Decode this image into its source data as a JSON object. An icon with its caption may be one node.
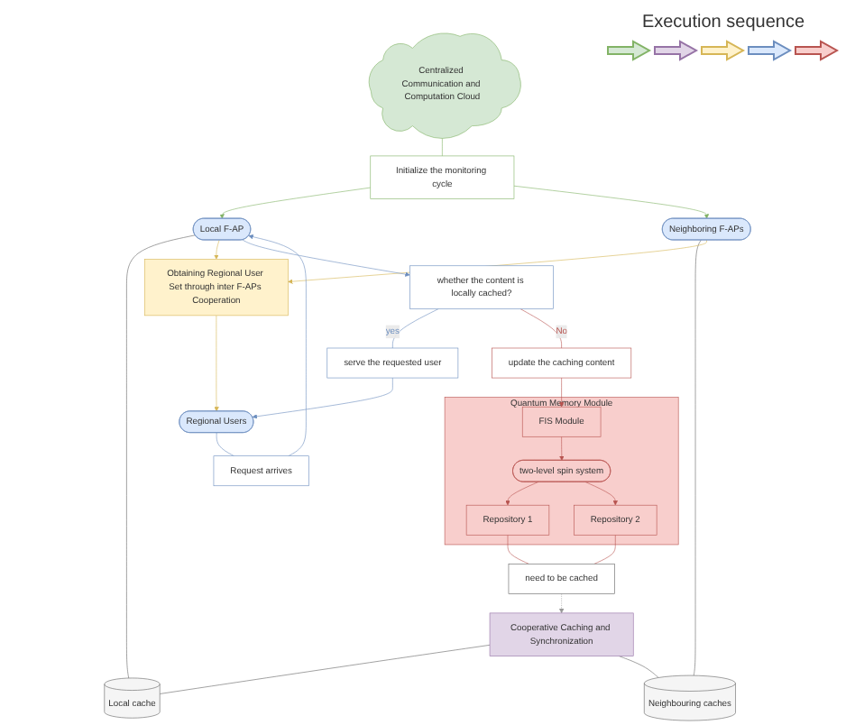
{
  "diagram": {
    "nodes": [
      {
        "text": [
          "Centralized Communication and Computation Cloud"
        ]
      },
      {
        "text": [
          "Initialize the monitoring cycle"
        ]
      },
      {
        "text": [
          "Cooperative Caching and Synchronization"
        ]
      },
      {
        "text": [
          "Obtaining Regional User Set through inter F-APs Cooperation"
        ]
      },
      {
        "text": [
          "Local F-AP"
        ]
      },
      {
        "text": [
          "Local cache"
        ]
      },
      {
        "text": [
          "Neighboring F-APs"
        ]
      },
      {
        "text": [
          "Neighbouring caches"
        ]
      },
      {
        "text": [
          "Request arrives"
        ]
      },
      {
        "text": [
          "whether the content is locally cached?"
        ]
      },
      {
        "text": [
          "serve the requested user"
        ]
      },
      {
        "text": [
          "update the caching content"
        ]
      },
      {
        "text": [
          "Regional Users"
        ]
      },
      {
        "text": [
          "Quantum Memory Module"
        ]
      },
      {
        "text": [
          "FIS Module"
        ],
        "in": 13
      },
      {
        "text": [
          "two-level spin system"
        ],
        "in": 13
      },
      {
        "text": [
          "Repository 1"
        ],
        "in": 13
      },
      {
        "text": [
          "Repository 2"
        ],
        "in": 13
      },
      {
        "text": [
          "need to be cached"
        ]
      }
    ],
    "edges": [
      {
        "from": 0,
        "to": 1,
        "arrow": "none",
        "color": "#82b366"
      },
      {
        "from": 1,
        "to": 4,
        "arrow": "to",
        "color": "#82b366"
      },
      {
        "from": 1,
        "to": 6,
        "arrow": "to",
        "color": "#82b366"
      },
      {
        "from": 2,
        "to": 5,
        "arrow": "none",
        "color": "#666666"
      },
      {
        "from": 2,
        "to": 7,
        "arrow": "none",
        "color": "#666666"
      },
      {
        "from": 4,
        "to": 5,
        "arrow": "none",
        "color": "#666666"
      },
      {
        "from": 6,
        "to": 7,
        "arrow": "none",
        "color": "#666666"
      },
      {
        "from": 4,
        "to": 3,
        "arrow": "to",
        "color": "#d6b656"
      },
      {
        "from": 6,
        "to": 3,
        "arrow": "to",
        "color": "#d6b656"
      },
      {
        "from": 3,
        "to": 12,
        "arrow": "to",
        "color": "#d6b656"
      },
      {
        "from": 12,
        "to": 8,
        "arrow": "none",
        "color": "#6c8ebf"
      },
      {
        "from": 8,
        "to": 4,
        "arrow": "to",
        "color": "#6c8ebf"
      },
      {
        "from": 4,
        "to": 9,
        "arrow": "to",
        "color": "#6c8ebf"
      },
      {
        "from": 9,
        "to": 10,
        "arrow": "none",
        "label": "yes",
        "color": "#6c8ebf"
      },
      {
        "from": 10,
        "to": 12,
        "arrow": "to",
        "color": "#6c8ebf"
      },
      {
        "from": 9,
        "to": 11,
        "arrow": "none",
        "label": "No",
        "color": "#b85450"
      },
      {
        "from": 11,
        "to": 14,
        "arrow": "to",
        "color": "#b85450"
      },
      {
        "from": 14,
        "to": 15,
        "arrow": "to",
        "color": "#b85450"
      },
      {
        "from": 15,
        "to": 16,
        "arrow": "to",
        "color": "#b85450"
      },
      {
        "from": 15,
        "to": 17,
        "arrow": "to",
        "color": "#b85450"
      },
      {
        "from": 16,
        "to": 18,
        "arrow": "none",
        "color": "#b85450"
      },
      {
        "from": 17,
        "to": 18,
        "arrow": "none",
        "color": "#b85450"
      },
      {
        "from": 18,
        "to": 2,
        "arrow": "to",
        "style": "dashed",
        "color": "#999999"
      }
    ],
    "labels": [
      "Execution sequence"
    ]
  }
}
